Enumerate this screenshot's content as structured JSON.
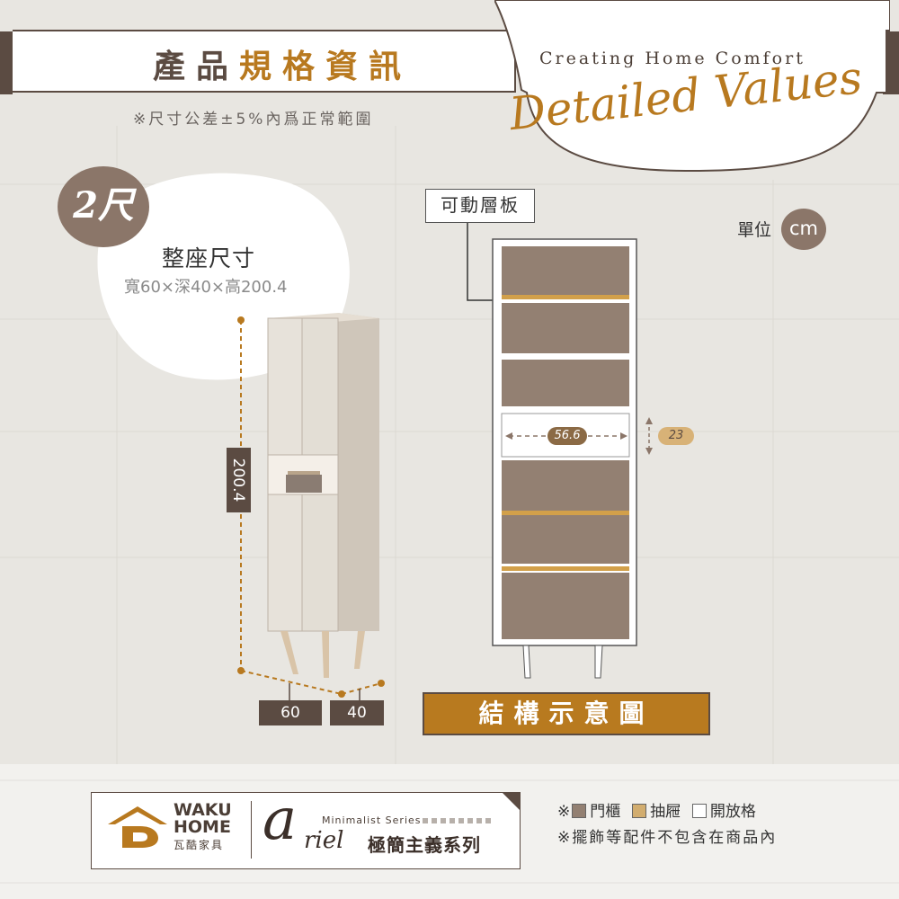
{
  "header": {
    "title_part1": "產品",
    "title_part2": "規格資訊",
    "subtitle": "※尺寸公差±5%內爲正常範圍",
    "tagline": "Creating Home Comfort",
    "script_title": "Detailed Values"
  },
  "overall": {
    "size_badge": "2尺",
    "title": "整座尺寸",
    "dims": "寬60×深40×高200.4",
    "height_label": "200.4",
    "width_label": "60",
    "depth_label": "40"
  },
  "structure": {
    "shelf_tag": "可動層板",
    "unit_label": "單位",
    "unit": "cm",
    "inner_width": "56.6",
    "inner_height": "23",
    "banner": "結構示意圖"
  },
  "footer": {
    "brand_line1": "WAKU",
    "brand_line2": "HOME",
    "brand_sub": "瓦酷家具",
    "series_en": "Minimalist Series",
    "series_script_a": "a",
    "series_script_rest": "riel",
    "series_cn": "極簡主義系列",
    "legend_prefix": "※",
    "legend_door": "門櫃",
    "legend_drawer": "抽屜",
    "legend_open": "開放格",
    "note": "※擺飾等配件不包含在商品內"
  },
  "colors": {
    "brand_brown": "#5b4b42",
    "accent_gold": "#b8791f",
    "door_fill": "#938072",
    "drawer_fill": "#d2ad6f",
    "open_fill": "#ffffff"
  }
}
